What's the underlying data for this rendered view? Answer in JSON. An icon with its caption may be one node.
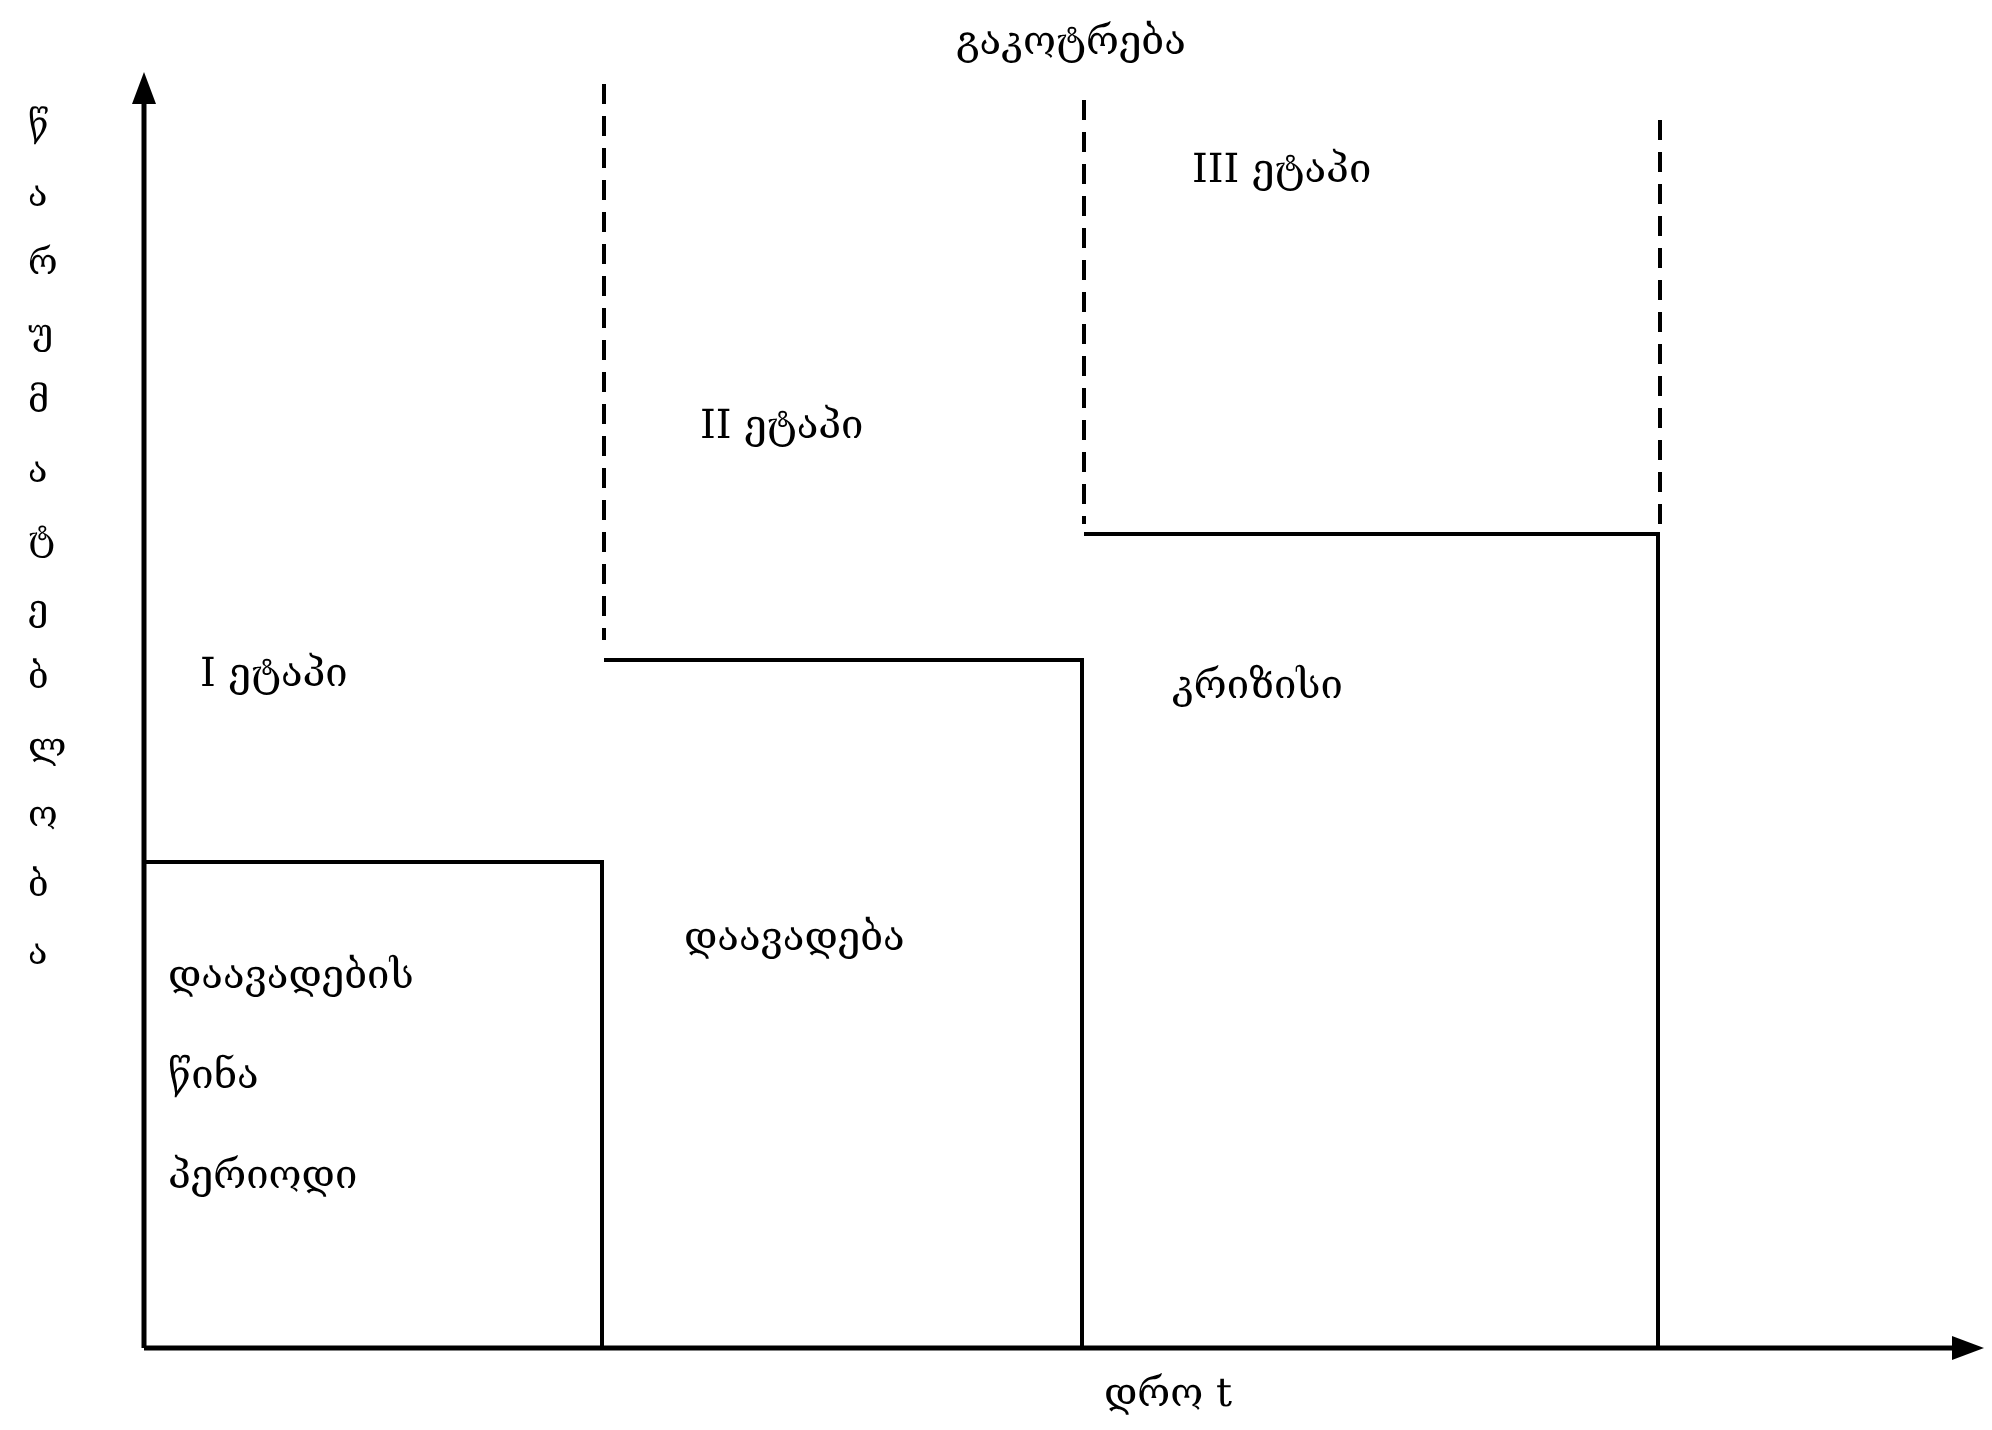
{
  "diagram": {
    "nodes": [
      {
        "text": [
          "დაავადების წინა პერიოდი"
        ]
      },
      {
        "text": [
          "დაავადება"
        ]
      },
      {
        "text": [
          "კრიზისი"
        ]
      }
    ],
    "labels": [
      "გაკოტრება",
      "III ეტაპი",
      "II ეტაპი",
      "I ეტაპი",
      "წარუმატებლობა",
      "დრო t"
    ]
  }
}
